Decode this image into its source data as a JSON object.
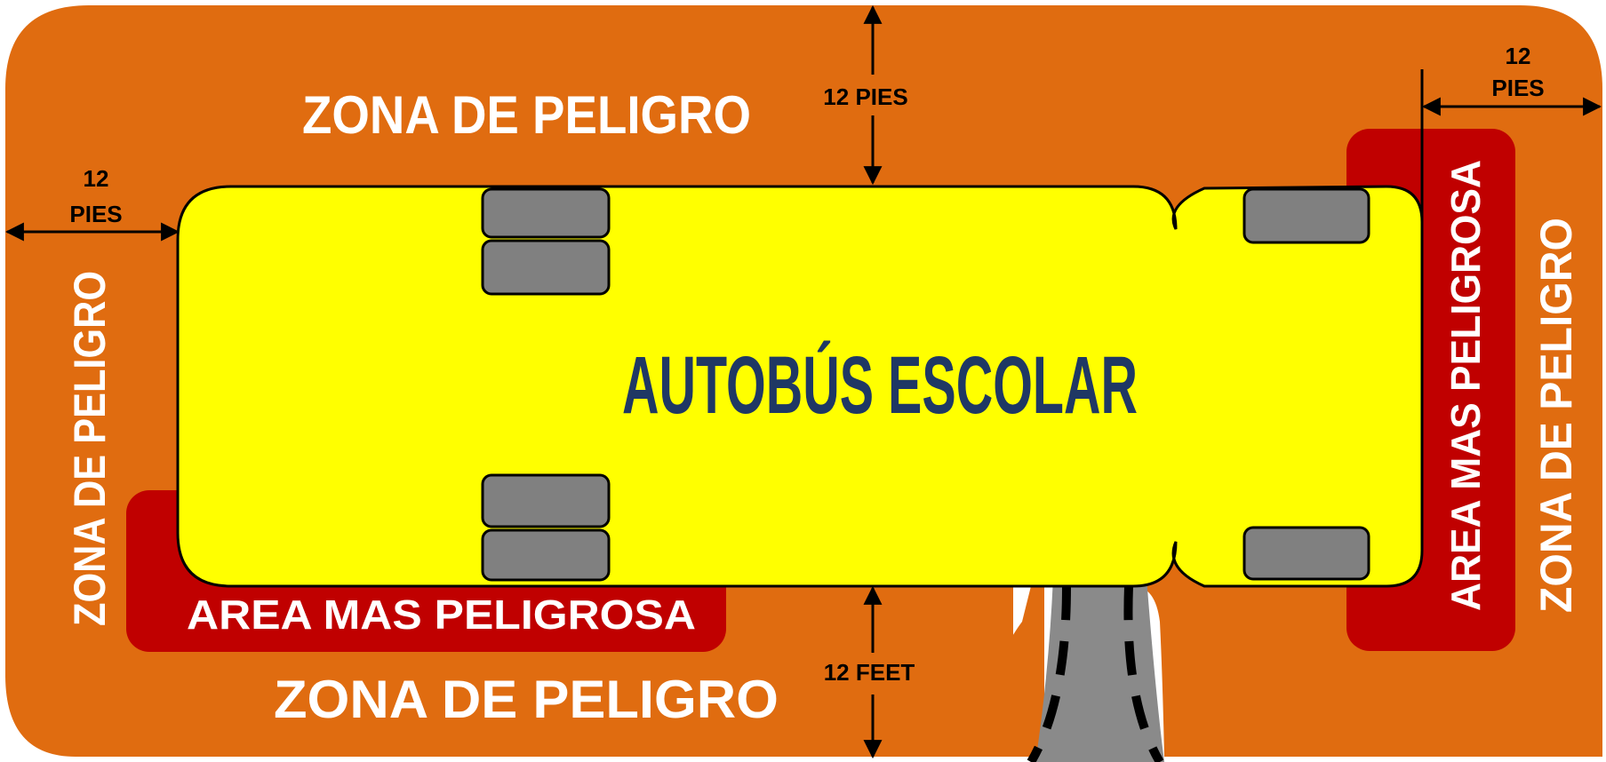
{
  "colors": {
    "danger_zone": "#e06c10",
    "most_dangerous_area": "#c00000",
    "bus_body": "#ffff00",
    "wheel": "#808080",
    "road": "#8a8a8a",
    "title": "#1f3864",
    "zone_text": "#ffffff",
    "measure_text": "#000000"
  },
  "labels": {
    "zona_top": "ZONA DE PELIGRO",
    "zona_bottom": "ZONA DE PELIGRO",
    "zona_left": "ZONA DE PELIGRO",
    "zona_right": "ZONA DE PELIGRO",
    "area_bottom": "AREA MAS PELIGROSA",
    "area_right": "AREA MAS PELIGROSA",
    "bus_title": "AUTOBÚS ESCOLAR"
  },
  "measurements": {
    "top": "12 PIES",
    "bottom": "12 FEET",
    "left_number": "12",
    "left_unit": "PIES",
    "right_number": "12",
    "right_unit": "PIES"
  }
}
